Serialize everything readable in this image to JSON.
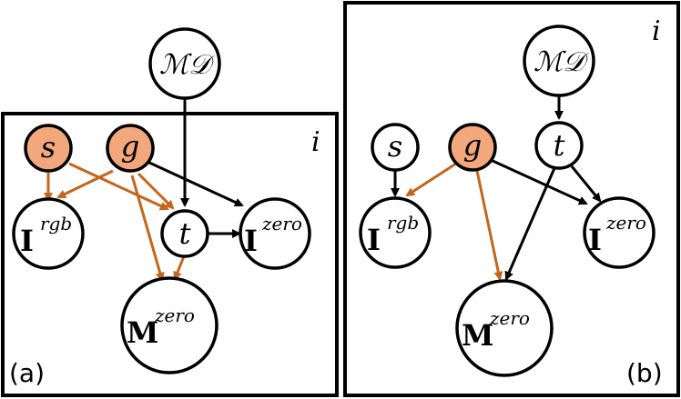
{
  "panels": [
    {
      "id": "a",
      "caption": "(a)",
      "plate_label": "i",
      "nodes": {
        "MD": {
          "text": "ℳ𝒟"
        },
        "s": {
          "text": "s",
          "observed": true
        },
        "g": {
          "text": "g",
          "observed": true
        },
        "t": {
          "text": "t"
        },
        "Irgb": {
          "base": "I",
          "sup": "rgb"
        },
        "Izero": {
          "base": "I",
          "sup": "zero"
        },
        "Mzero": {
          "base": "M",
          "sup": "zero"
        }
      }
    },
    {
      "id": "b",
      "caption": "(b)",
      "plate_label": "i",
      "nodes": {
        "MD": {
          "text": "ℳ𝒟"
        },
        "s": {
          "text": "s",
          "observed": false
        },
        "g": {
          "text": "g",
          "observed": true
        },
        "t": {
          "text": "t"
        },
        "Irgb": {
          "base": "I",
          "sup": "rgb"
        },
        "Izero": {
          "base": "I",
          "sup": "zero"
        },
        "Mzero": {
          "base": "M",
          "sup": "zero"
        }
      }
    }
  ],
  "colors": {
    "observed_fill": "#f2a77d",
    "orange_edge": "#c4651c",
    "black": "#000000"
  }
}
